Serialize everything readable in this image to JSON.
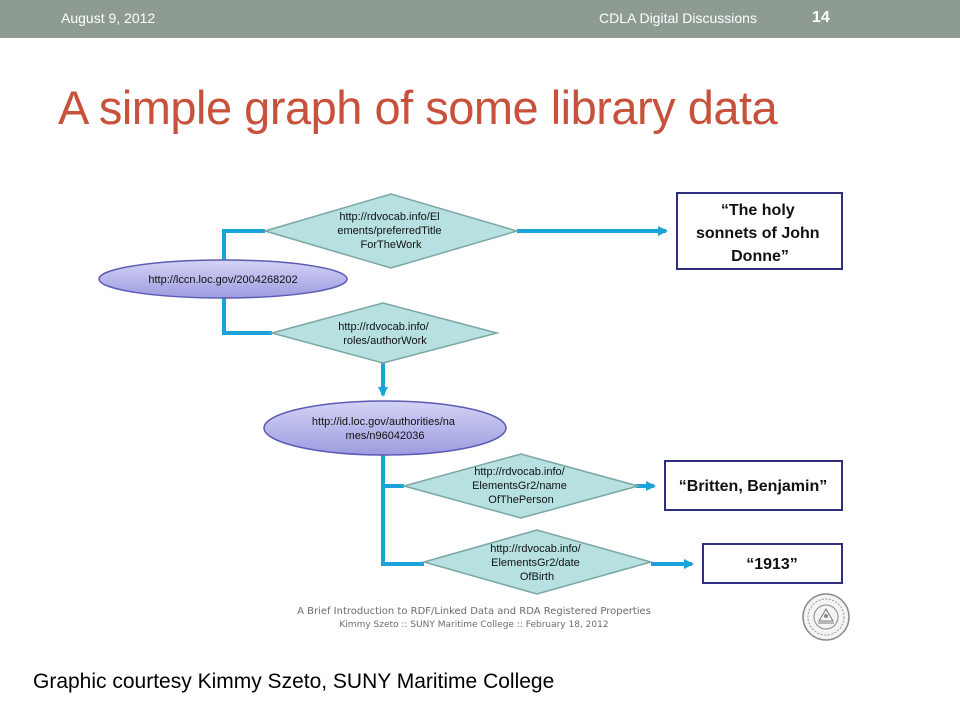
{
  "header": {
    "date": "August 9, 2012",
    "conference": "CDLA Digital Discussions",
    "slide_number": "14"
  },
  "title": "A simple graph of some library data",
  "diagram": {
    "nodes": {
      "resource_work": {
        "label": "http://lccn.loc.gov/2004268202"
      },
      "resource_person": {
        "label_lines": [
          "http://id.loc.gov/authorities/na",
          "mes/n96042036"
        ]
      }
    },
    "properties": {
      "preferred_title": {
        "label_lines": [
          "http://rdvocab.info/El",
          "ements/preferredTitle",
          "ForTheWork"
        ]
      },
      "author_work": {
        "label_lines": [
          "http://rdvocab.info/",
          "roles/authorWork"
        ]
      },
      "name_of_person": {
        "label_lines": [
          "http://rdvocab.info/",
          "ElementsGr2/name",
          "OfThePerson"
        ]
      },
      "date_of_birth": {
        "label_lines": [
          "http://rdvocab.info/",
          "ElementsGr2/date",
          "OfBirth"
        ]
      }
    },
    "literals": {
      "title_value": {
        "label_lines": [
          "“The holy",
          "sonnets of John",
          "Donne”"
        ]
      },
      "name_value": {
        "label": "“Britten, Benjamin”"
      },
      "birth_value": {
        "label": "“1913”"
      }
    },
    "credit": {
      "line1": "A Brief Introduction to RDF/Linked Data and RDA Registered Properties",
      "line2": "Kimmy Szeto  ::  SUNY Maritime College  ::  February 18, 2012"
    },
    "colors": {
      "edge": "#1aa3d9",
      "ellipse_fill": "#b3b2ea",
      "ellipse_stroke": "#5b5bb5",
      "diamond_fill": "#b7e0e0",
      "diamond_stroke": "#7aa6a6",
      "literal_border": "#2e2e80"
    },
    "seal_icon": "college-seal-icon"
  },
  "caption": "Graphic courtesy Kimmy Szeto, SUNY Maritime College"
}
